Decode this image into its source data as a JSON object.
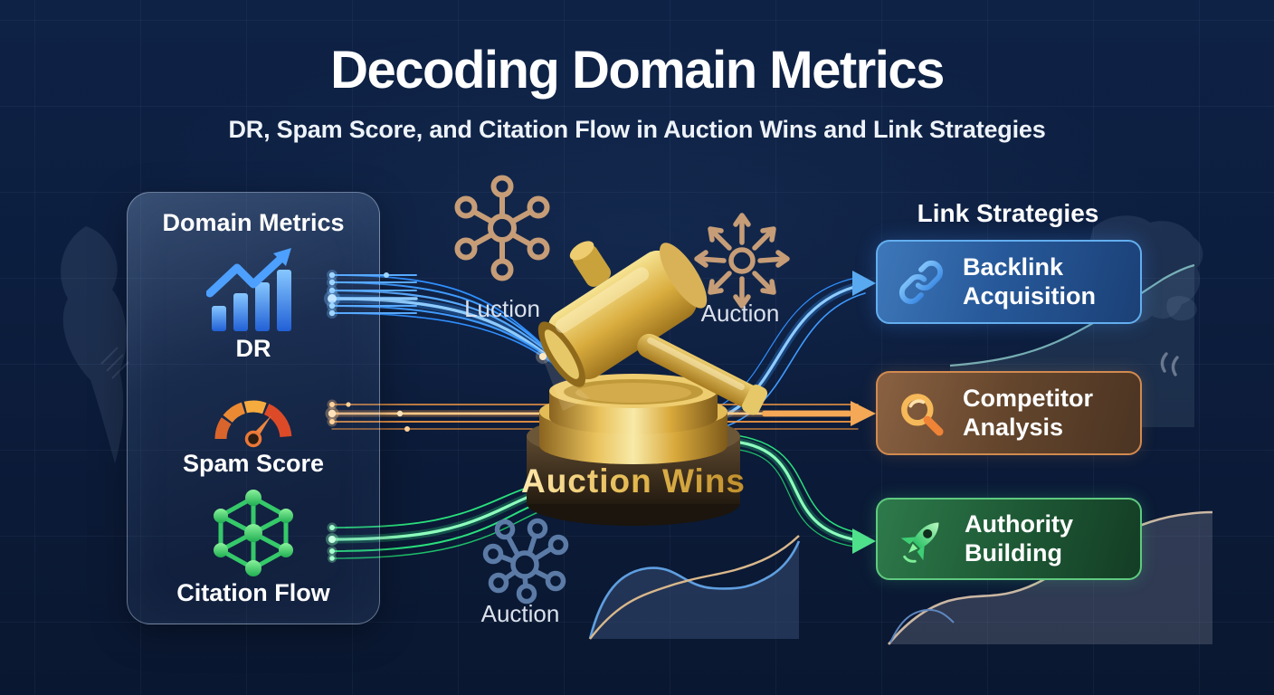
{
  "header": {
    "title": "Decoding Domain Metrics",
    "subtitle": "DR, Spam Score, and Citation Flow in Auction Wins and Link Strategies"
  },
  "domain_metrics_panel": {
    "heading": "Domain Metrics",
    "items": [
      {
        "label": "DR",
        "icon": "bar-chart-growth-icon",
        "accent": "#3f8df5"
      },
      {
        "label": "Spam Score",
        "icon": "gauge-icon",
        "accent": "#ef8c33"
      },
      {
        "label": "Citation Flow",
        "icon": "network-graph-icon",
        "accent": "#2fc368"
      }
    ]
  },
  "center": {
    "network_label_left": "Luction",
    "network_label_right": "Auction",
    "network_label_bottom": "Auction",
    "podium_label": "Auction Wins"
  },
  "link_strategies": {
    "heading": "Link Strategies",
    "cards": [
      {
        "label": "Backlink Acquisition",
        "icon": "chain-link-icon",
        "accent": "#63aeef"
      },
      {
        "label": "Competitor Analysis",
        "icon": "magnifier-icon",
        "accent": "#d28a4f"
      },
      {
        "label": "Authority Building",
        "icon": "rocket-icon",
        "accent": "#5fca7f"
      }
    ]
  },
  "colors": {
    "background": "#0c1d3d",
    "flow_blue": "#2f8fff",
    "flow_orange": "#f49a45",
    "flow_green": "#2adf7d",
    "bronze": "#c69d77",
    "gold": "#e9c25c"
  }
}
